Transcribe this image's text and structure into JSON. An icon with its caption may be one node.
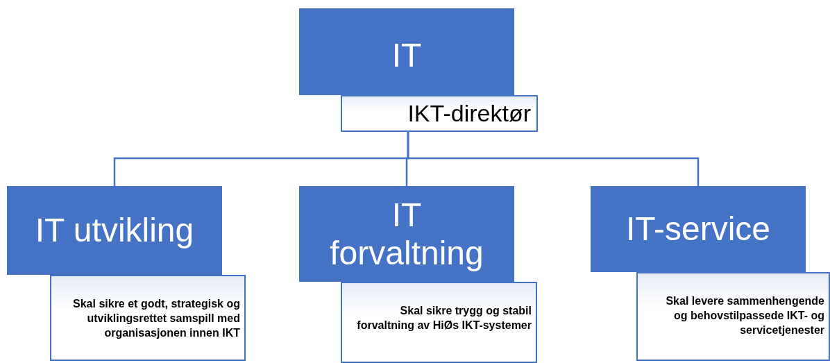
{
  "diagram": {
    "nodes": [
      {
        "text": [
          "IT"
        ]
      },
      {
        "text": [
          "IKT-direktør"
        ]
      },
      {
        "text": [
          "IT utvikling"
        ]
      },
      {
        "text": [
          "Skal sikre et godt, strategisk og utviklingsrettet samspill med organisasjonen innen IKT"
        ]
      },
      {
        "text": [
          "IT forvaltning"
        ]
      },
      {
        "text": [
          "Skal sikre trygg og stabil forvaltning av HiØs IKT-systemer"
        ]
      },
      {
        "text": [
          "IT-service"
        ]
      },
      {
        "text": [
          "Skal levere sammenhengende og behovstilpassede IKT- og servicetjenester"
        ]
      }
    ],
    "edges": [
      {
        "from": 1,
        "to": 2,
        "arrow": "none"
      },
      {
        "from": 1,
        "to": 4,
        "arrow": "none"
      },
      {
        "from": 1,
        "to": 6,
        "arrow": "none"
      }
    ]
  }
}
